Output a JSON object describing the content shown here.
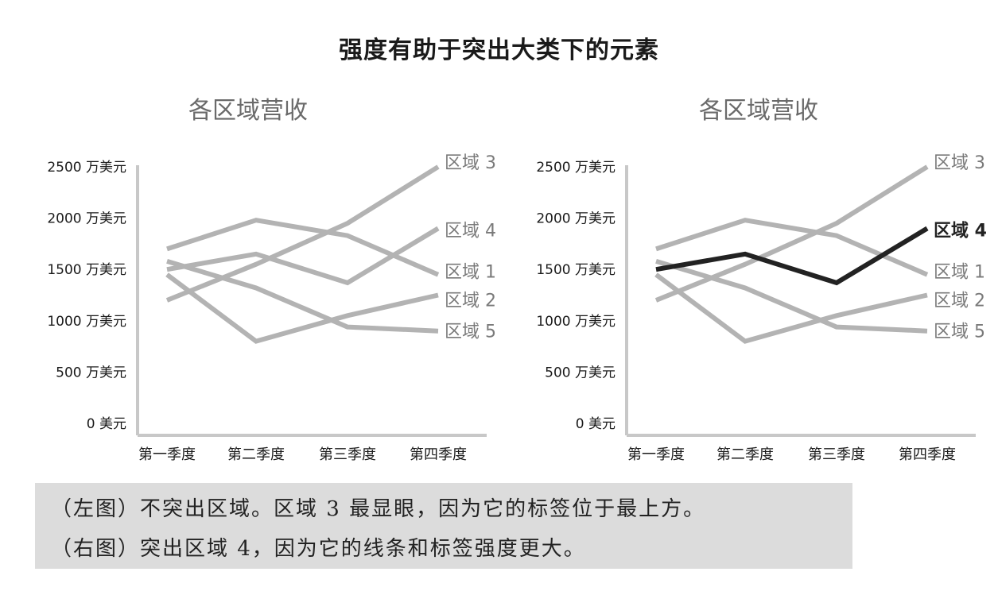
{
  "main_title": "强度有助于突出大类下的元素",
  "caption": {
    "line1": "（左图）不突出区域。区域 3 最显眼，因为它的标签位于最上方。",
    "line2": "（右图）突出区域 4，因为它的线条和标签强度更大。"
  },
  "colors": {
    "muted_line": "#b3b3b3",
    "muted_label": "#7a7a7a",
    "highlight": "#222222",
    "axis": "#c8c8c8",
    "caption_bg": "#dcdcdc"
  },
  "chart_data": [
    {
      "type": "line",
      "title": "各区域营收",
      "categories": [
        "第一季度",
        "第二季度",
        "第三季度",
        "第四季度"
      ],
      "ylim": [
        0,
        2500
      ],
      "yticks": [
        "0 美元",
        "500 万美元",
        "1000 万美元",
        "1500 万美元",
        "2000 万美元",
        "2500 万美元"
      ],
      "grid": false,
      "highlight": null,
      "series": [
        {
          "name": "区域 1",
          "values": [
            1700,
            1980,
            1830,
            1450
          ]
        },
        {
          "name": "区域 2",
          "values": [
            1450,
            800,
            1050,
            1250
          ]
        },
        {
          "name": "区域 3",
          "values": [
            1200,
            1550,
            1950,
            2500
          ]
        },
        {
          "name": "区域 4",
          "values": [
            1500,
            1650,
            1370,
            1900
          ]
        },
        {
          "name": "区域 5",
          "values": [
            1580,
            1320,
            940,
            900
          ]
        }
      ]
    },
    {
      "type": "line",
      "title": "各区域营收",
      "categories": [
        "第一季度",
        "第二季度",
        "第三季度",
        "第四季度"
      ],
      "ylim": [
        0,
        2500
      ],
      "yticks": [
        "0 美元",
        "500 万美元",
        "1000 万美元",
        "1500 万美元",
        "2000 万美元",
        "2500 万美元"
      ],
      "grid": false,
      "highlight": "区域 4",
      "series": [
        {
          "name": "区域 1",
          "values": [
            1700,
            1980,
            1830,
            1450
          ]
        },
        {
          "name": "区域 2",
          "values": [
            1450,
            800,
            1050,
            1250
          ]
        },
        {
          "name": "区域 3",
          "values": [
            1200,
            1550,
            1950,
            2500
          ]
        },
        {
          "name": "区域 4",
          "values": [
            1500,
            1650,
            1370,
            1900
          ]
        },
        {
          "name": "区域 5",
          "values": [
            1580,
            1320,
            940,
            900
          ]
        }
      ]
    }
  ]
}
